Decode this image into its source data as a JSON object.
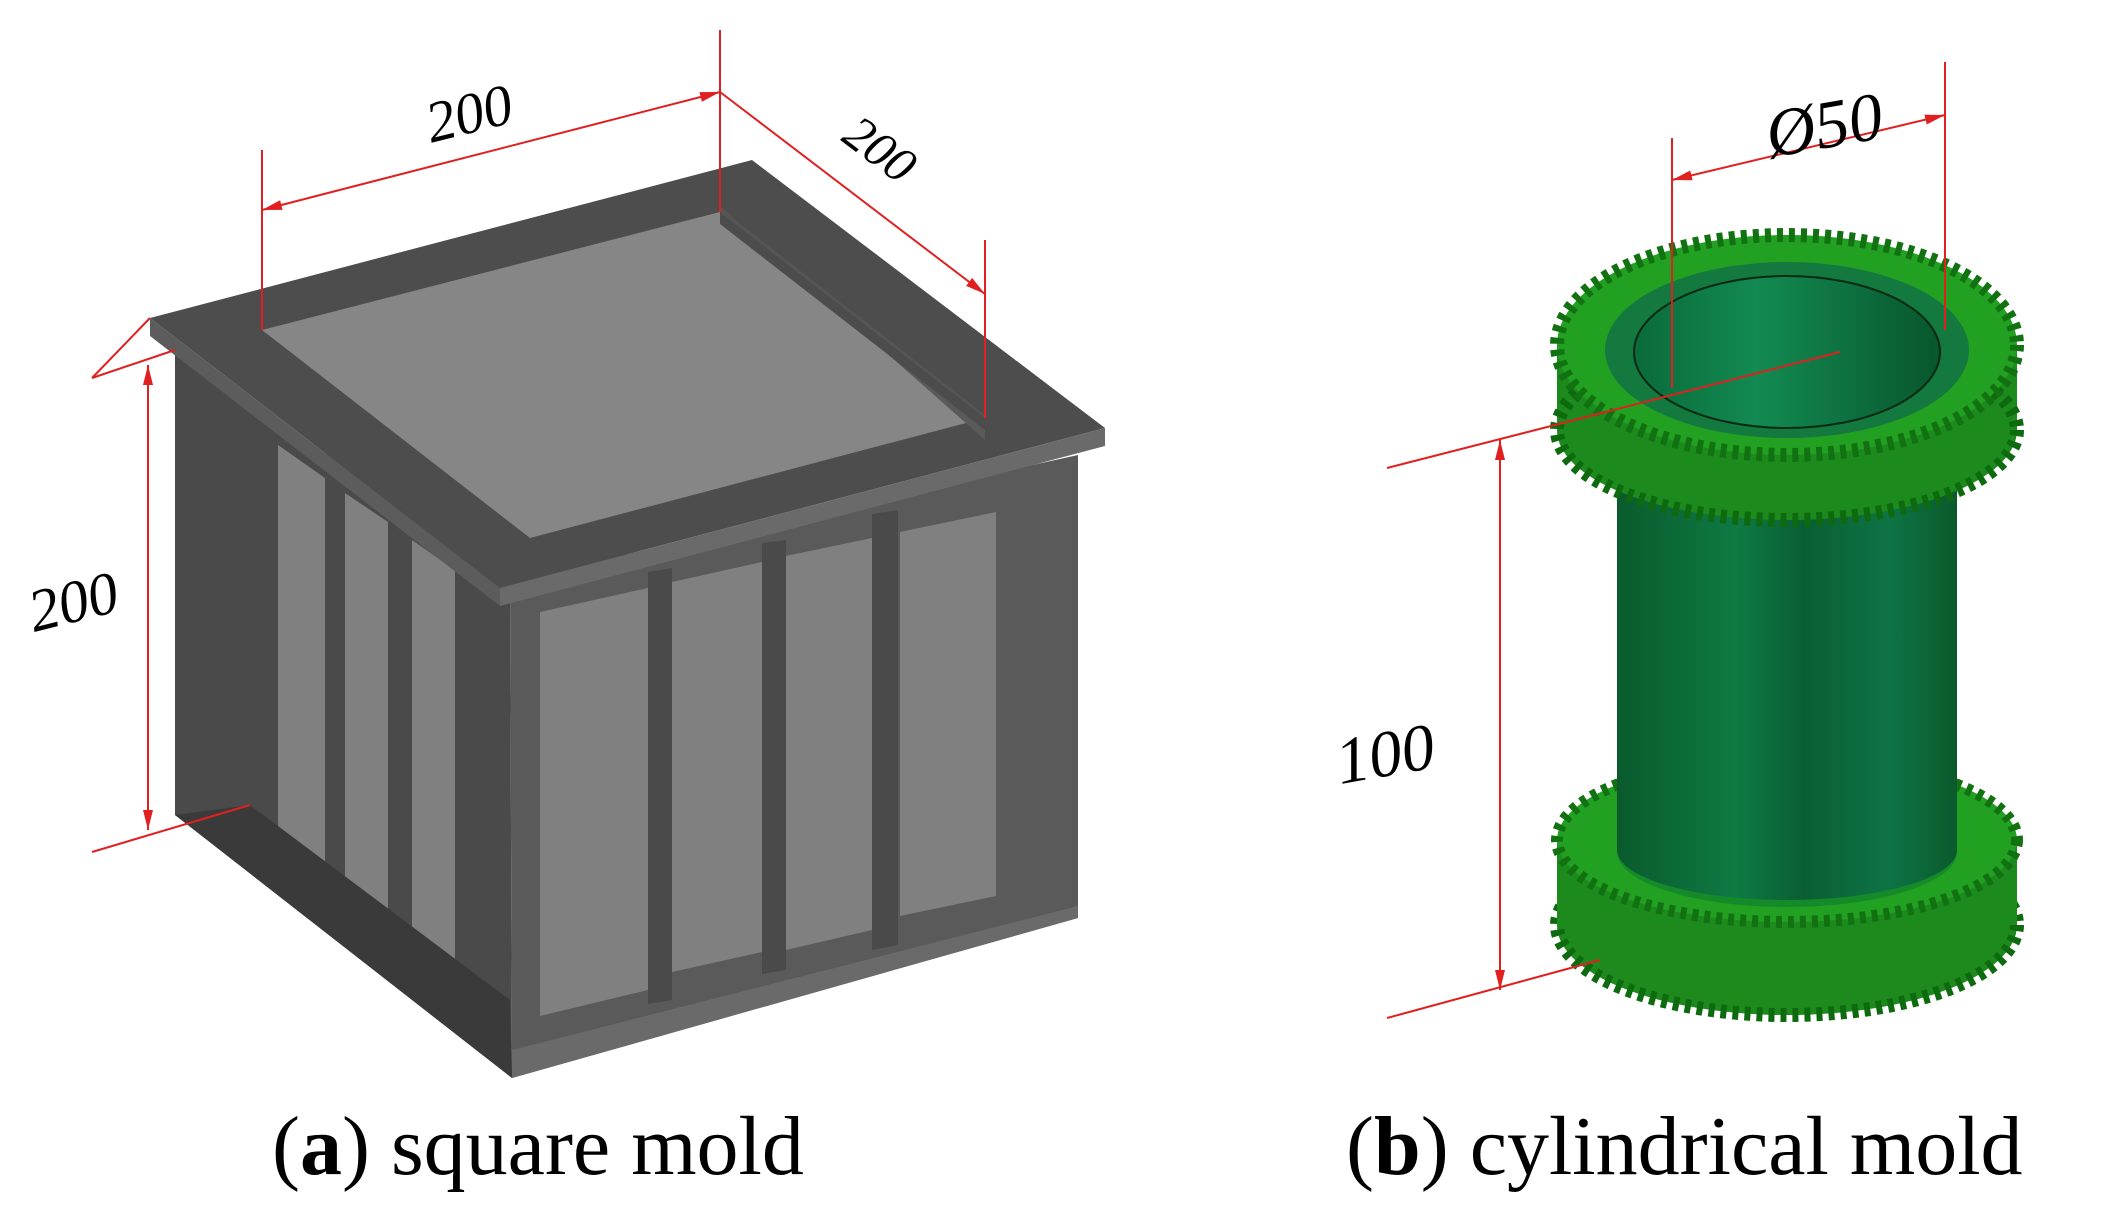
{
  "panel_a": {
    "caption_letter": "a",
    "caption_text": "square mold",
    "dim_length": "200",
    "dim_width": "200",
    "dim_height": "200",
    "color": "#4d4d4d"
  },
  "panel_b": {
    "caption_letter": "b",
    "caption_text": "cylindrical mold",
    "dim_diameter": "Ø50",
    "dim_height": "100",
    "color": "#0b6b35"
  },
  "dimension_line_color": "#e02020"
}
